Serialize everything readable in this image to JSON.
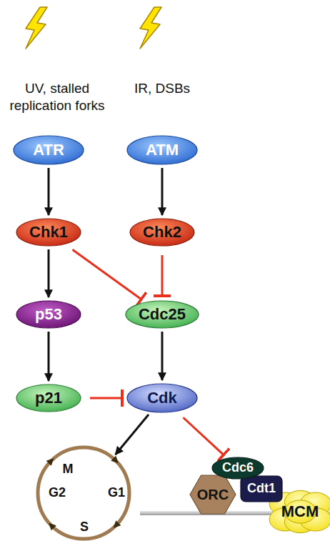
{
  "diagram": {
    "nodes": [
      {
        "text": [
          "ATR"
        ]
      },
      {
        "text": [
          "ATM"
        ]
      },
      {
        "text": [
          "Chk1"
        ]
      },
      {
        "text": [
          "Chk2"
        ]
      },
      {
        "text": [
          "p53"
        ]
      },
      {
        "text": [
          "Cdc25"
        ]
      },
      {
        "text": [
          "p21"
        ]
      },
      {
        "text": [
          "Cdk"
        ]
      },
      {
        "text": [
          "M",
          "G2",
          "G1",
          "S"
        ]
      },
      {
        "text": [
          "Cdc6"
        ]
      },
      {
        "text": [
          "ORC"
        ]
      },
      {
        "text": [
          "Cdt1"
        ]
      },
      {
        "text": [
          "MCM"
        ]
      }
    ],
    "edges": [
      {
        "from": 0,
        "to": 2,
        "arrow": "to"
      },
      {
        "from": 1,
        "to": 3,
        "arrow": "to"
      },
      {
        "from": 2,
        "to": 4,
        "arrow": "to"
      },
      {
        "from": 2,
        "to": 5,
        "arrow": "to"
      },
      {
        "from": 3,
        "to": 5,
        "arrow": "to"
      },
      {
        "from": 4,
        "to": 6,
        "arrow": "to"
      },
      {
        "from": 5,
        "to": 7,
        "arrow": "to"
      },
      {
        "from": 6,
        "to": 7,
        "arrow": "to"
      },
      {
        "from": 7,
        "to": 8,
        "arrow": "to"
      },
      {
        "from": 7,
        "to": 9,
        "arrow": "to"
      }
    ],
    "labels": [
      "UV, stalled replication forks",
      "IR, DSBs"
    ]
  }
}
